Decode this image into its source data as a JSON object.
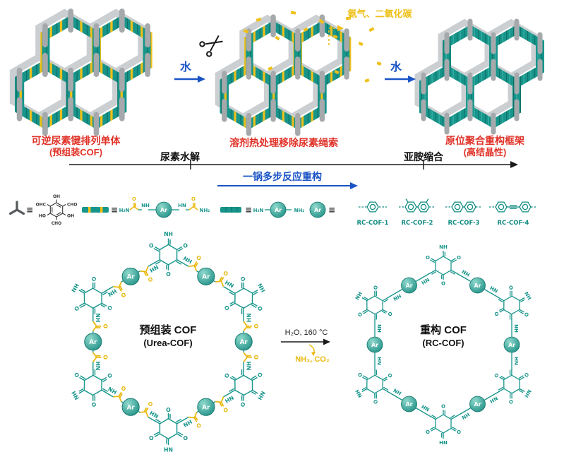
{
  "colors": {
    "teal": "#17958b",
    "yellow": "#efc019",
    "gray": "#a6a9ab",
    "red": "#e03228",
    "blue": "#1a53c5",
    "black": "#111111"
  },
  "top": {
    "gas_label": "氨气、二氧化碳",
    "water_1": "水",
    "water_2": "水",
    "caption_1_line1": "可逆尿素键排列单体",
    "caption_1_line2": "(预组装COF)",
    "caption_2": "溶剂热处理移除尿素绳索",
    "caption_3_line1": "原位聚合重构框架",
    "caption_3_line2": "(高结晶性)"
  },
  "axis": {
    "label_left": "尿素水解",
    "label_right": "亚胺缩合",
    "arrow_label": "一锅多步反应重构"
  },
  "labels": {
    "equiv": "≡",
    "ar": "Ar",
    "nh": "NH",
    "hn": "HN",
    "o": "O",
    "n": "N",
    "h2n": "H₂N",
    "nh2": "NH₂",
    "ohc": "OHC",
    "oh": "OH",
    "ho": "HO",
    "cho": "CHO"
  },
  "legend": {
    "rc_cofs": [
      "RC-COF-1",
      "RC-COF-2",
      "RC-COF-3",
      "RC-COF-4"
    ]
  },
  "bottom": {
    "left_title_line1": "预组装 COF",
    "left_title_line2": "(Urea-COF)",
    "arrow_condition": "H₂O, 160 °C",
    "arrow_byproduct": "NH₃, CO₂",
    "right_title_line1": "重构 COF",
    "right_title_line2": "(RC-COF)"
  }
}
